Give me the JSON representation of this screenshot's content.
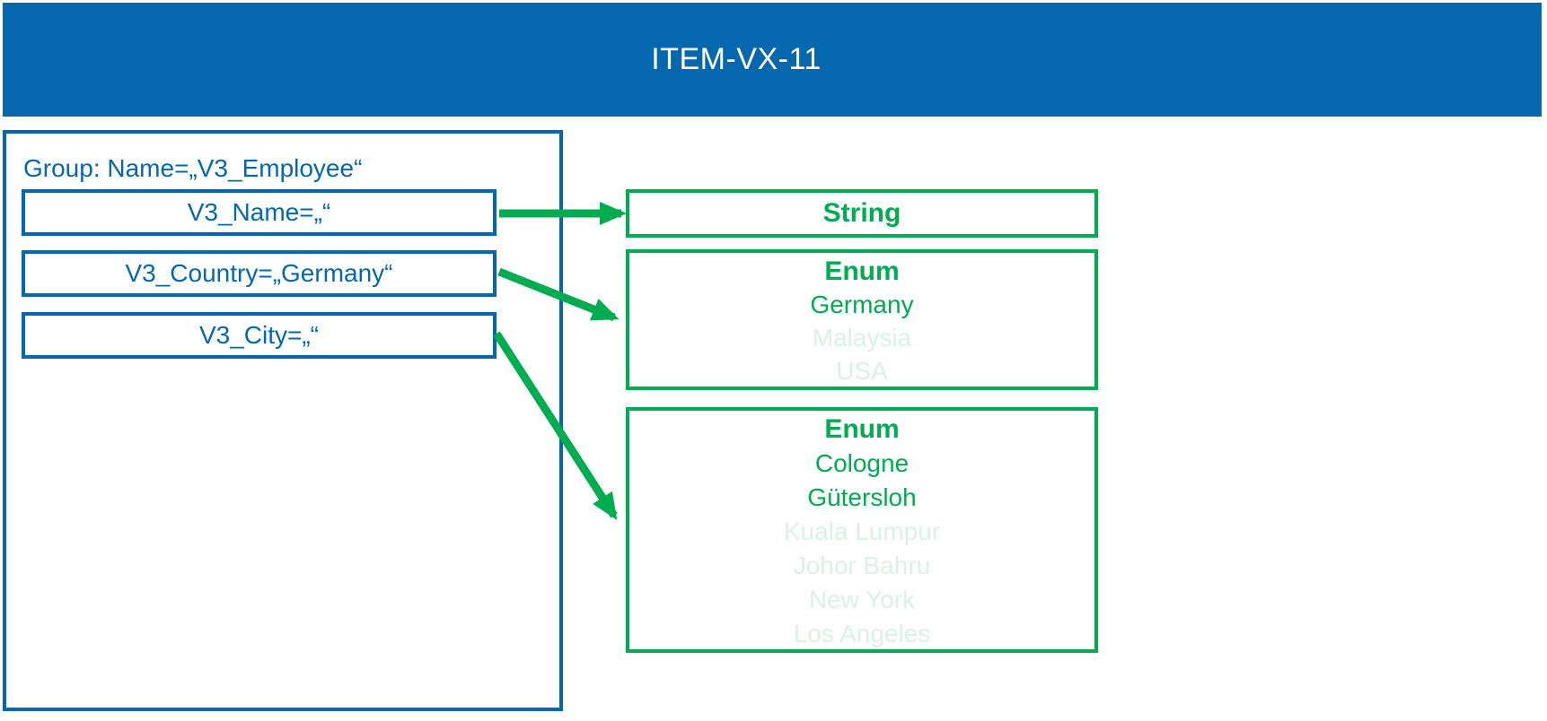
{
  "header": {
    "title": "ITEM-VX-11"
  },
  "colors": {
    "blue": "#0568AE",
    "green": "#00AC50",
    "green_faded": "#D8F3E4"
  },
  "group": {
    "label": "Group: Name=„V3_Employee“",
    "fields": [
      {
        "name": "V3_Name",
        "label": "V3_Name=„“"
      },
      {
        "name": "V3_Country",
        "label": "V3_Country=„Germany“"
      },
      {
        "name": "V3_City",
        "label": "V3_City=„“"
      }
    ]
  },
  "types": {
    "string_box": {
      "title": "String"
    },
    "country_enum": {
      "title": "Enum",
      "options": [
        {
          "label": "Germany",
          "faded": false
        },
        {
          "label": "Malaysia",
          "faded": true
        },
        {
          "label": "USA",
          "faded": true
        }
      ]
    },
    "city_enum": {
      "title": "Enum",
      "options": [
        {
          "label": "Cologne",
          "faded": false
        },
        {
          "label": "Gütersloh",
          "faded": false
        },
        {
          "label": "Kuala Lumpur",
          "faded": true
        },
        {
          "label": "Johor Bahru",
          "faded": true
        },
        {
          "label": "New York",
          "faded": true
        },
        {
          "label": "Los Angeles",
          "faded": true
        }
      ]
    }
  },
  "mappings": [
    {
      "from": "V3_Name",
      "to": "String"
    },
    {
      "from": "V3_Country",
      "to": "Enum (countries)"
    },
    {
      "from": "V3_City",
      "to": "Enum (cities)"
    }
  ]
}
